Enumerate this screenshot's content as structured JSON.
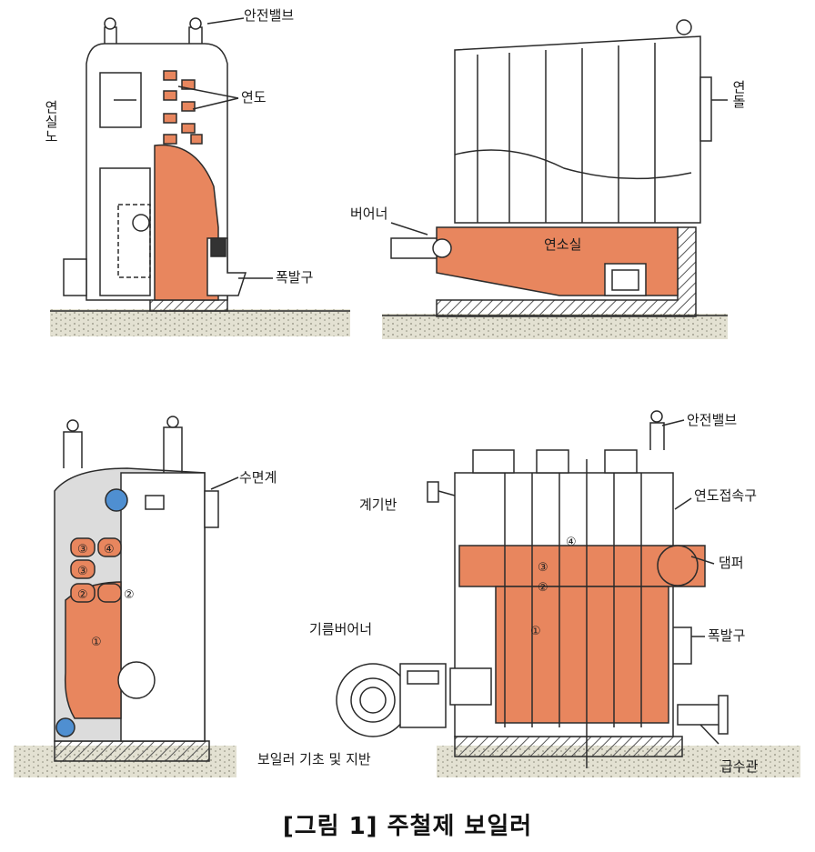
{
  "labels": {
    "tl_safety_valve": "안전밸브",
    "tl_flue": "연도",
    "tl_smoke_chamber": "연실노",
    "tl_explosion_port": "폭발구",
    "tr_chimney": "연돌",
    "tr_burner": "버어너",
    "tr_combustion_chamber": "연소실",
    "bl_water_gauge": "수면계",
    "br_safety_valve": "안전밸브",
    "br_gauge_panel": "계기반",
    "br_flue_connector": "연도접속구",
    "br_damper": "댐퍼",
    "br_oil_burner": "기름버어너",
    "br_explosion_port": "폭발구",
    "br_foundation": "보일러 기초 및 지반",
    "br_feed_pipe": "급수관"
  },
  "markers": [
    "①",
    "②",
    "③",
    "④"
  ],
  "caption": "[그림 1] 주철제 보일러",
  "colors": {
    "fire": "#e8865e",
    "line": "#2b2b2b",
    "ground": "#d9d7c8",
    "water": "#4f8fd1"
  }
}
